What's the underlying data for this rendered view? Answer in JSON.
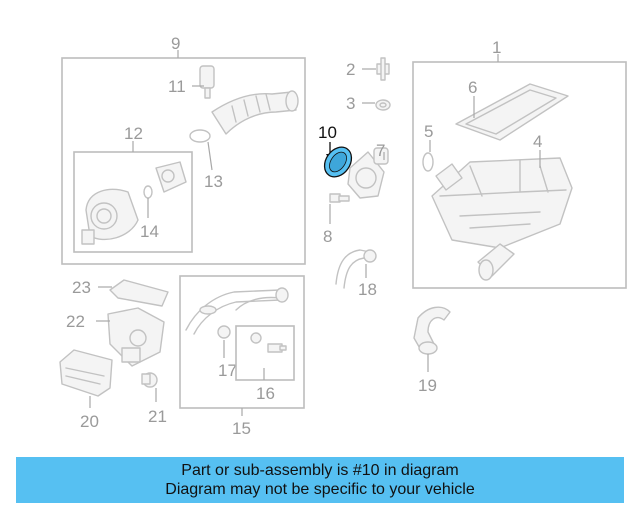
{
  "diagram": {
    "labels": {
      "l1": "1",
      "l2": "2",
      "l3": "3",
      "l4": "4",
      "l5": "5",
      "l6": "6",
      "l7": "7",
      "l8": "8",
      "l9": "9",
      "l10": "10",
      "l11": "11",
      "l12": "12",
      "l13": "13",
      "l14": "14",
      "l15": "15",
      "l16": "16",
      "l17": "17",
      "l18": "18",
      "l19": "19",
      "l20": "20",
      "l21": "21",
      "l22": "22",
      "l23": "23"
    },
    "highlighted_part": "10",
    "colors": {
      "highlight": "#56c0f2",
      "parts": "#c2c2c2",
      "labels": "#9a9a9a"
    }
  },
  "banner": {
    "line1": "Part or sub-assembly is #10 in diagram",
    "line2": "Diagram may not be specific to your vehicle",
    "color": "#56c0f2"
  }
}
